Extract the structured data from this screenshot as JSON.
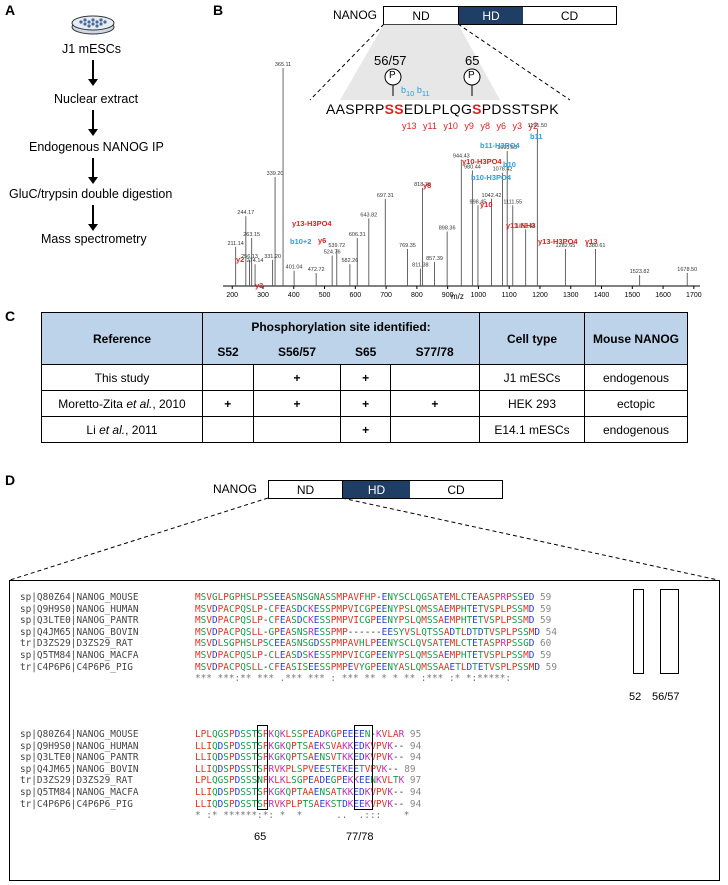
{
  "panels": {
    "A": "A",
    "B": "B",
    "C": "C",
    "D": "D"
  },
  "flow": {
    "steps": [
      "J1 mESCs",
      "Nuclear extract",
      "Endogenous NANOG IP",
      "GluC/trypsin double digestion",
      "Mass spectrometry"
    ]
  },
  "domain_top": {
    "protein": "NANOG",
    "nd": "ND",
    "hd": "HD",
    "cd": "CD"
  },
  "peptide": {
    "sites": [
      "56/57",
      "65"
    ],
    "phospho_symbol": "P",
    "seq_parts": [
      "AASPRP",
      "SS",
      "EDLPLQG",
      "S",
      "PDSSTSPK"
    ],
    "b_ions_top": [
      "b",
      "10",
      "b",
      "11"
    ],
    "y_ions": [
      "y13",
      "y11",
      "y10",
      "y9",
      "y8",
      "y6",
      "y3",
      "y2"
    ]
  },
  "spectrum": {
    "xlabel": "m/z",
    "xticks": [
      "200",
      "300",
      "400",
      "500",
      "600",
      "700",
      "800",
      "900",
      "1000",
      "1100",
      "1200",
      "1300",
      "1400",
      "1500",
      "1600",
      "1700"
    ],
    "peaks": [
      {
        "mz": 211.14,
        "h": 0.18,
        "label": "211.14"
      },
      {
        "mz": 244.17,
        "h": 0.32,
        "label": "244.17"
      },
      {
        "mz": 263.15,
        "h": 0.22,
        "label": "263.15"
      },
      {
        "mz": 256.13,
        "h": 0.12,
        "label": "256.13"
      },
      {
        "mz": 274.14,
        "h": 0.1,
        "label": "274.14"
      },
      {
        "mz": 331.2,
        "h": 0.12,
        "label": "331.20"
      },
      {
        "mz": 339.2,
        "h": 0.5,
        "label": "339.20"
      },
      {
        "mz": 365.11,
        "h": 1.0,
        "label": "365.11"
      },
      {
        "mz": 401.04,
        "h": 0.07,
        "label": "401.04"
      },
      {
        "mz": 472.72,
        "h": 0.06,
        "label": "472.72"
      },
      {
        "mz": 524.76,
        "h": 0.14,
        "label": "524.76"
      },
      {
        "mz": 539.72,
        "h": 0.17,
        "label": "539.72"
      },
      {
        "mz": 582.26,
        "h": 0.1,
        "label": "582.26"
      },
      {
        "mz": 606.31,
        "h": 0.22,
        "label": "606.31"
      },
      {
        "mz": 643.82,
        "h": 0.31,
        "label": "643.82"
      },
      {
        "mz": 697.31,
        "h": 0.4,
        "label": "697.31"
      },
      {
        "mz": 769.35,
        "h": 0.17,
        "label": "769.35"
      },
      {
        "mz": 811.38,
        "h": 0.08,
        "label": "811.38"
      },
      {
        "mz": 818.39,
        "h": 0.45,
        "label": "818.39"
      },
      {
        "mz": 857.39,
        "h": 0.11,
        "label": "857.39"
      },
      {
        "mz": 898.36,
        "h": 0.25,
        "label": "898.36"
      },
      {
        "mz": 944.43,
        "h": 0.58,
        "label": "944.43"
      },
      {
        "mz": 980.44,
        "h": 0.53,
        "label": "980.44"
      },
      {
        "mz": 998.45,
        "h": 0.37,
        "label": "998.45"
      },
      {
        "mz": 1042.42,
        "h": 0.4,
        "label": "1042.42"
      },
      {
        "mz": 1078.42,
        "h": 0.52,
        "label": "1078.42"
      },
      {
        "mz": 1093.53,
        "h": 0.62,
        "label": "1093.53"
      },
      {
        "mz": 1111.55,
        "h": 0.37,
        "label": "1111.55"
      },
      {
        "mz": 1153.44,
        "h": 0.26,
        "label": "1153.44"
      },
      {
        "mz": 1191.5,
        "h": 0.72,
        "label": "1191.50"
      },
      {
        "mz": 1282.65,
        "h": 0.17,
        "label": "1282.65"
      },
      {
        "mz": 1380.61,
        "h": 0.17,
        "label": "1380.61"
      },
      {
        "mz": 1523.82,
        "h": 0.05,
        "label": "1523.82"
      },
      {
        "mz": 1678.5,
        "h": 0.06,
        "label": "1678.50"
      }
    ],
    "ion_labels": {
      "y2": "y2",
      "y3": "y3",
      "y6": "y6",
      "y8": "y8",
      "y10": "y10",
      "y13": "y13",
      "b10_2": "b10+2",
      "y13_h3po4": "y13-H3PO4",
      "y10_h3po4": "y10-H3PO4",
      "b10_h3po4": "b10-H3PO4",
      "b11_h3po4": "b11-H3PO4",
      "b10": "b10",
      "b11": "b11",
      "y11_nh3": "y11-NH3",
      "y13_h3po4_2": "y13-H3PO4",
      "y13b": "y13"
    }
  },
  "table": {
    "header_reference": "Reference",
    "header_phospho": "Phosphorylation site identified:",
    "header_cell": "Cell type",
    "header_mouse": "Mouse NANOG",
    "sites": [
      "S52",
      "S56/57",
      "S65",
      "S77/78"
    ],
    "rows": [
      {
        "ref": "This study",
        "marks": [
          "",
          "+",
          "+",
          ""
        ],
        "cell": "J1 mESCs",
        "mouse": "endogenous"
      },
      {
        "ref": "Moretto-Zita et al., 2010",
        "marks": [
          "+",
          "+",
          "+",
          "+"
        ],
        "cell": "HEK 293",
        "mouse": "ectopic"
      },
      {
        "ref": "Li et al., 2011",
        "marks": [
          "",
          "",
          "+",
          ""
        ],
        "cell": "E14.1 mESCs",
        "mouse": "endogenous"
      }
    ]
  },
  "domain_bottom": {
    "protein": "NANOG",
    "nd": "ND",
    "hd": "HD",
    "cd": "CD"
  },
  "alignment": {
    "block1": [
      {
        "name": "sp|Q80Z64|NANOG_MOUSE ",
        "seq": "MSVGLPGPHSLPSSEEASNSGNASSMPAVFHP-ENYSCLQGSATEMLCTEAASPRPSSED",
        "num": "59"
      },
      {
        "name": "sp|Q9H9S0|NANOG_HUMAN ",
        "seq": "MSVDPACPQSLP-CFEASDCKESSPMPVICGPEENYPSLQMSSAEMPHTETVSPLPSSMD",
        "num": "59"
      },
      {
        "name": "sp|Q3LTE0|NANOG_PANTR ",
        "seq": "MSVDPACPQSLP-CFEASDCKESSPMPVICGPEENYPSLQMSSAEMPHTETVSPLPSSMD",
        "num": "59"
      },
      {
        "name": "sp|Q4JM65|NANOG_BOVIN ",
        "seq": "MSVDPACPQSLL-GPEASNSRESSPMP------EESYVSLQTSSADTLDTDTVSPLPSSMD",
        "num": "54"
      },
      {
        "name": "tr|D3ZS29|D3ZS29_RAT  ",
        "seq": "MSVDLSGPHSLPSCEEASNSGDSSPMPAVHLPEENYSCLQVSATEMLCTETASPRPSSGD",
        "num": "60"
      },
      {
        "name": "sp|Q5TM84|NANOG_MACFA ",
        "seq": "MSVDPACPQSLP-CLEASDSKESSPMPVICGPEENYPSLQMSSAEMPHTETVSPLPSSMD",
        "num": "59"
      },
      {
        "name": "tr|C4P6P6|C4P6P6_PIG  ",
        "seq": "MSVDPACPQSLL-CFEASISEESSPMPEVYGPEENYASLQMSSAAETLDTETVSPLPSSMD",
        "num": "59"
      }
    ],
    "cons1": "*** ***:** *** .*** *** : *** ** * * ** :*** :* *:*****:",
    "block2": [
      {
        "name": "sp|Q80Z64|NANOG_MOUSE ",
        "seq": "LPLQGSPDSSTSPKQKLSSPEADKGPEEEEN-KVLAR",
        "num": "95"
      },
      {
        "name": "sp|Q9H9S0|NANOG_HUMAN ",
        "seq": "LLIQDSPDSSTSPKGKQPTSAEKSVAKKEDKVPVK--",
        "num": "94"
      },
      {
        "name": "sp|Q3LTE0|NANOG_PANTR ",
        "seq": "LLIQDSPDSSTSPKGKQPTSAENSVTKKEDKVPVK--",
        "num": "94"
      },
      {
        "name": "sp|Q4JM65|NANOG_BOVIN ",
        "seq": "LLIQDSPDSSTSPRVKPLSPVEESTEKEETVPVK--",
        "num": "89"
      },
      {
        "name": "tr|D3ZS29|D3ZS29_RAT  ",
        "seq": "LPLQGSPDSSSNPKLKLSGPEADEGPEKKEENKVLTK",
        "num": "97"
      },
      {
        "name": "sp|Q5TM84|NANOG_MACFA ",
        "seq": "LLIQDSPDSSTSPKGKQPTAAENSATKKEDKVPVK--",
        "num": "94"
      },
      {
        "name": "tr|C4P6P6|C4P6P6_PIG  ",
        "seq": "LLIQDSPDSSTSPRVKPLPTSAEKSTDKEEKVPVK--",
        "num": "94"
      }
    ],
    "cons2": "* :* ******:*: *  *      ..  .:::    *",
    "site_labels": [
      "52",
      "56/57",
      "65",
      "77/78"
    ]
  }
}
